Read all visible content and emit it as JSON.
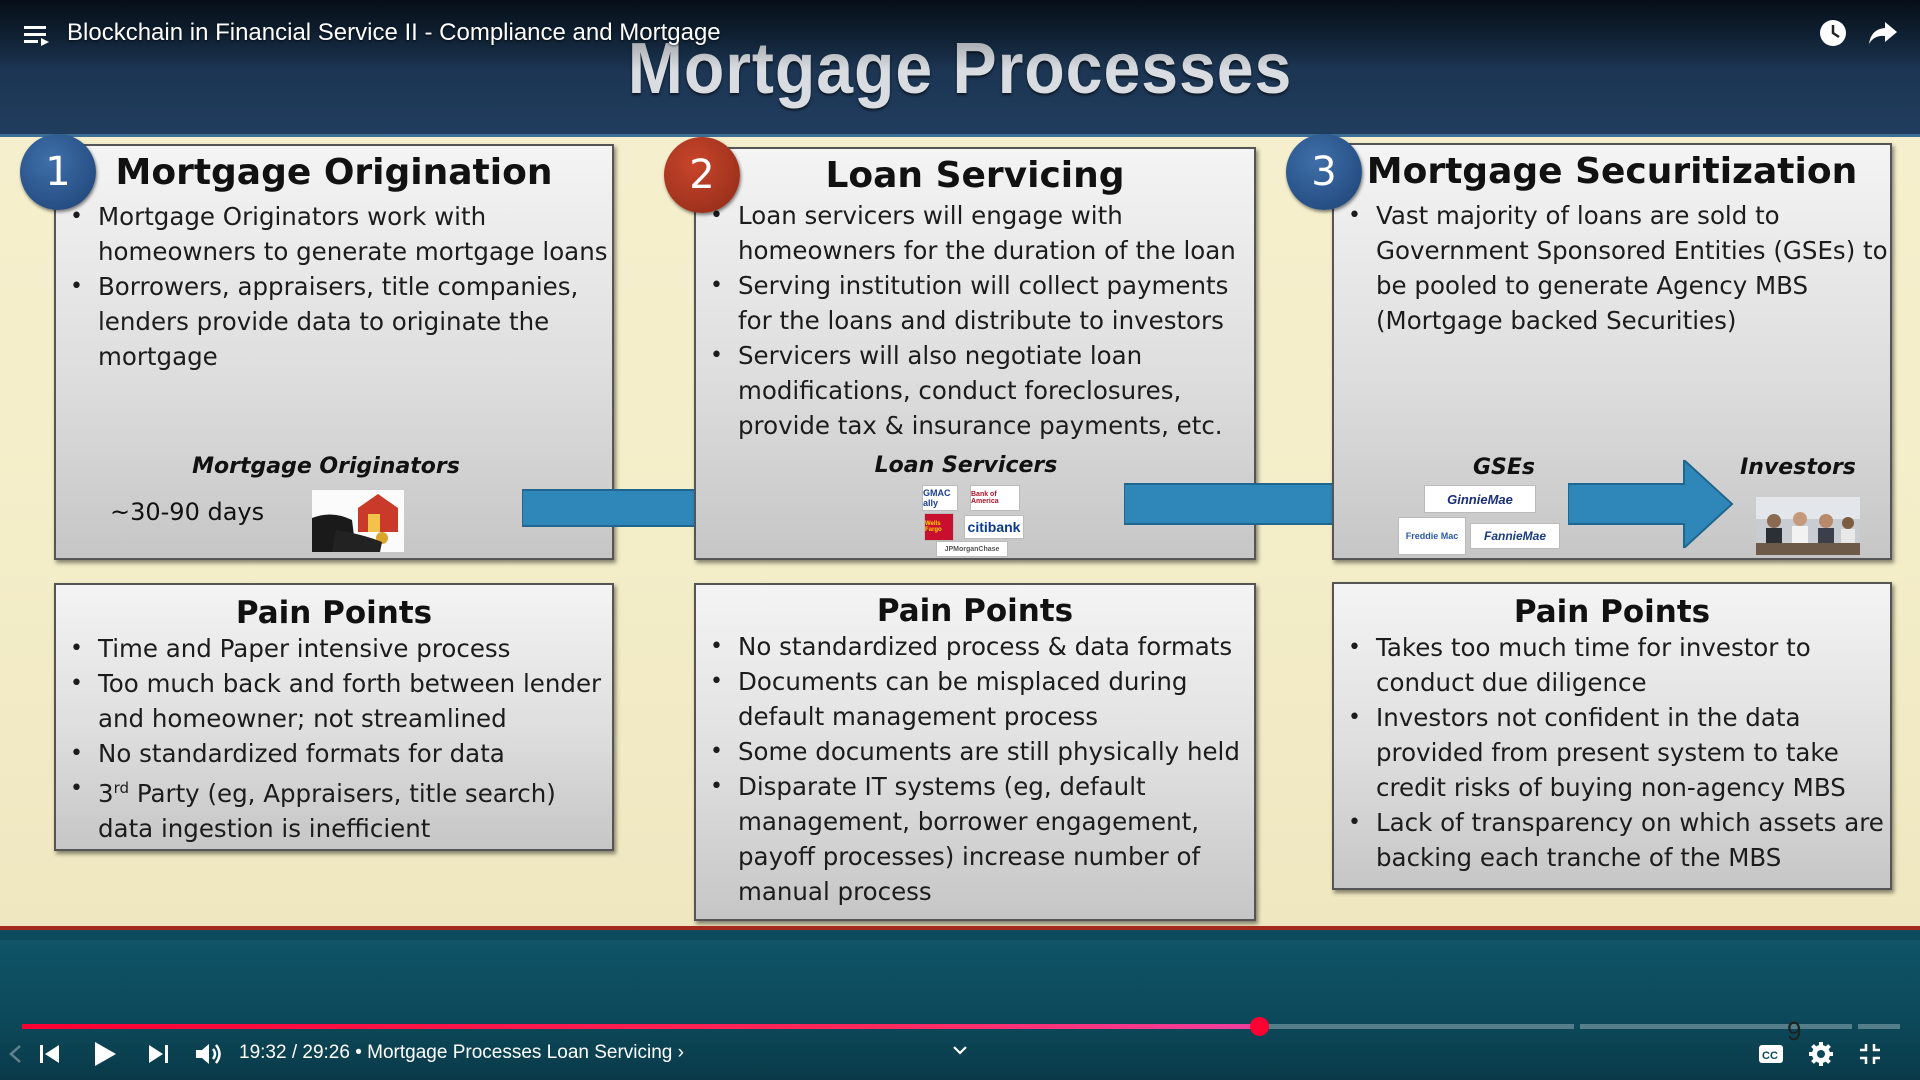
{
  "player": {
    "video_title": "Blockchain in Financial Service II - Compliance and Mortgage",
    "current_time": "19:32",
    "duration": "29:26",
    "chapter": "Mortgage Processes Loan Servicing",
    "time_separator": "/",
    "chapter_prefix": "•",
    "chapter_suffix": "›",
    "progress_fraction": 0.659,
    "played_color": "#ff0033",
    "icons": [
      "menu-icon",
      "clock-icon",
      "share-icon",
      "prev-chapter-icon",
      "play-icon",
      "next-icon",
      "volume-icon",
      "chevron-down-icon",
      "captions-icon",
      "settings-icon",
      "exit-fullscreen-icon"
    ]
  },
  "slide": {
    "title": "Mortgage Processes",
    "page_number": "9",
    "colors": {
      "badge_blue": "#1c4275",
      "badge_red": "#8f2a17",
      "arrow": "#2f86b8",
      "footer_band": "#a52a1c"
    },
    "steps": [
      {
        "number": "1",
        "title": "Mortgage Origination",
        "bullets": [
          "Mortgage Originators work with homeowners to generate mortgage loans",
          "Borrowers, appraisers, title companies, lenders provide data to originate the mortgage"
        ],
        "flow_label": "Mortgage Originators",
        "duration_note": "~30-90 days",
        "pain_title": "Pain Points",
        "pain_points": [
          "Time and Paper intensive process",
          "Too much back and forth between lender and homeowner; not streamlined",
          "No standardized formats for data"
        ],
        "pain_last": {
          "pre": "3",
          "sup": "rd",
          "post": " Party (eg, Appraisers, title search) data ingestion is inefficient"
        }
      },
      {
        "number": "2",
        "title": "Loan Servicing",
        "bullets": [
          "Loan servicers will engage with homeowners for the duration of the loan",
          "Serving institution will collect payments for the loans and distribute to investors",
          "Servicers will also negotiate loan modifications, conduct foreclosures, provide tax & insurance payments, etc."
        ],
        "flow_label": "Loan Servicers",
        "logos": [
          "GMAC ally",
          "Bank of America",
          "Wells Fargo",
          "citibank",
          "JPMorganChase"
        ],
        "pain_title": "Pain Points",
        "pain_points": [
          "No standardized process & data formats",
          "Documents can be misplaced during default management process",
          "Some documents are still physically held",
          "Disparate IT systems (eg, default management, borrower engagement, payoff processes) increase number of manual process"
        ]
      },
      {
        "number": "3",
        "title": "Mortgage Securitization",
        "bullets": [
          "Vast majority of loans are sold to Government Sponsored Entities (GSEs) to be pooled to generate Agency MBS (Mortgage backed Securities)"
        ],
        "flow_label_gse": "GSEs",
        "flow_label_investors": "Investors",
        "logos": [
          "GinnieMae",
          "Freddie Mac",
          "FannieMae"
        ],
        "pain_title": "Pain Points",
        "pain_points": [
          "Takes too much time for investor to conduct due diligence",
          "Investors not confident in the data provided from present system to take credit risks of buying non-agency MBS",
          "Lack of transparency on which assets are backing each tranche of the MBS"
        ]
      }
    ]
  }
}
